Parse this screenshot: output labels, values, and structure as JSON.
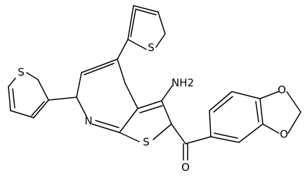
{
  "molecule": {
    "atoms": {
      "sulfur_top": "S",
      "sulfur_left": "S",
      "sulfur_core": "S",
      "nitrogen_ring": "N",
      "amino": "NH2",
      "carbonyl_oxygen": "O",
      "dioxole_oxygen_top": "O",
      "dioxole_oxygen_bottom": "O"
    }
  }
}
